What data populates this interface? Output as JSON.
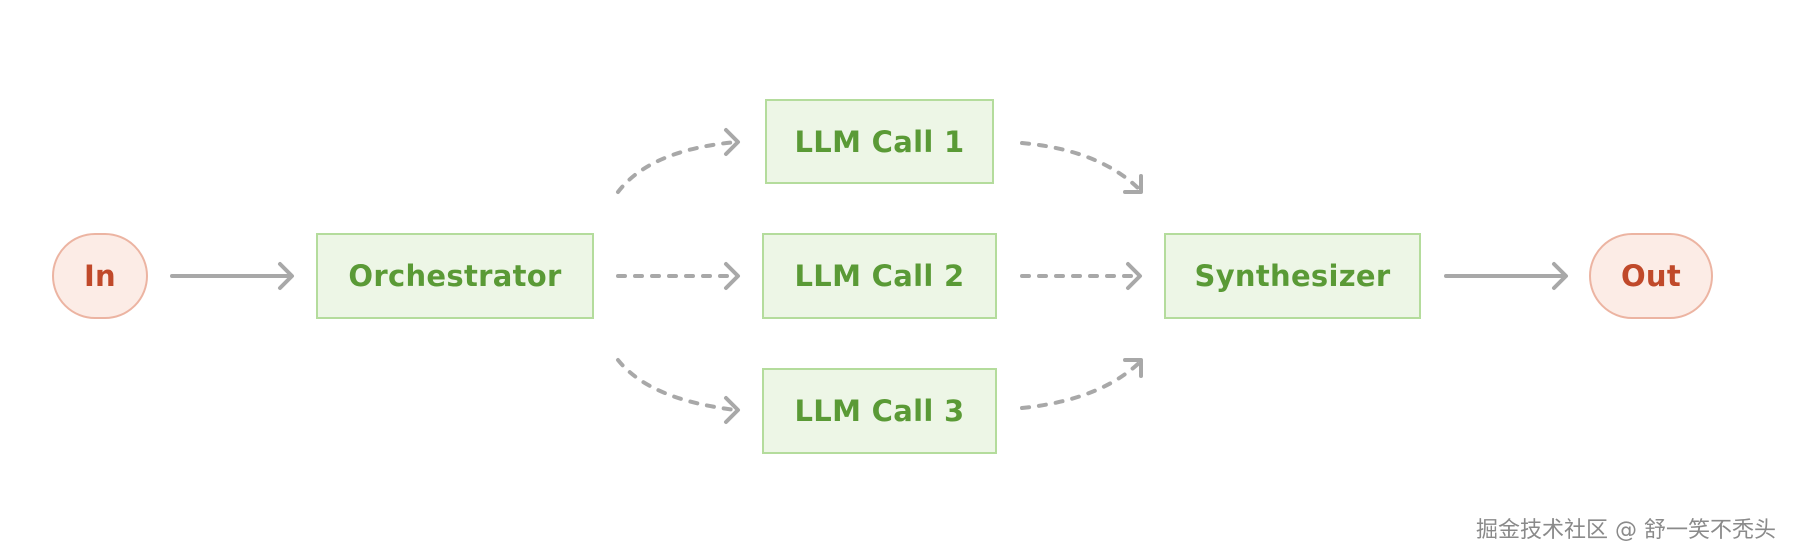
{
  "nodes": {
    "in": "In",
    "orchestrator": "Orchestrator",
    "llm_call_1": "LLM Call 1",
    "llm_call_2": "LLM Call 2",
    "llm_call_3": "LLM Call 3",
    "synthesizer": "Synthesizer",
    "out": "Out"
  },
  "edges": [
    {
      "from": "In",
      "to": "Orchestrator",
      "style": "solid"
    },
    {
      "from": "Orchestrator",
      "to": "LLM Call 1",
      "style": "dashed"
    },
    {
      "from": "Orchestrator",
      "to": "LLM Call 2",
      "style": "dashed"
    },
    {
      "from": "Orchestrator",
      "to": "LLM Call 3",
      "style": "dashed"
    },
    {
      "from": "LLM Call 1",
      "to": "Synthesizer",
      "style": "dashed"
    },
    {
      "from": "LLM Call 2",
      "to": "Synthesizer",
      "style": "dashed"
    },
    {
      "from": "LLM Call 3",
      "to": "Synthesizer",
      "style": "dashed"
    },
    {
      "from": "Synthesizer",
      "to": "Out",
      "style": "solid"
    }
  ],
  "colors": {
    "terminal_fill": "#fcece6",
    "terminal_border": "#ecb4a2",
    "terminal_text": "#c0492a",
    "box_fill": "#edf6e6",
    "box_border": "#b4dc9c",
    "box_text": "#5a9a36",
    "arrow": "#a8a8a8"
  },
  "watermark": "掘金技术社区 @ 舒一笑不秃头"
}
